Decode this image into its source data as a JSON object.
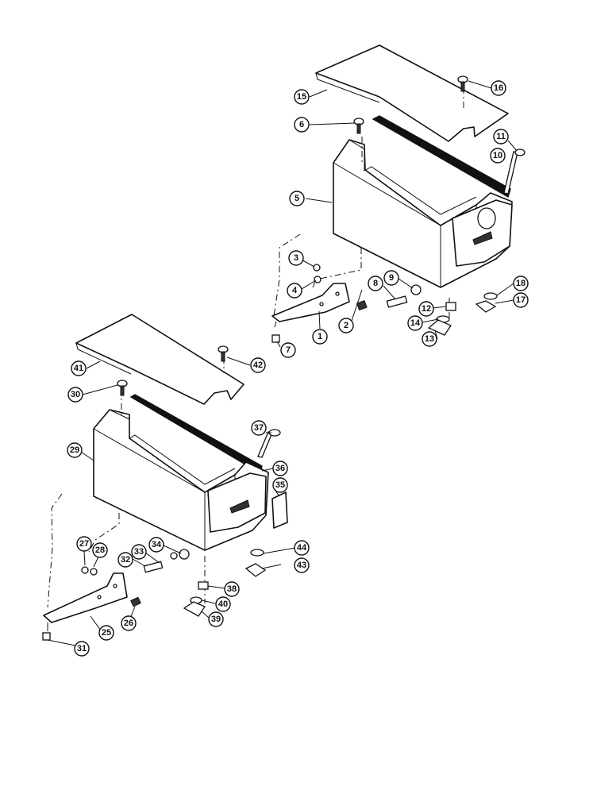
{
  "callouts": {
    "c1": "1",
    "c2": "2",
    "c3": "3",
    "c4": "4",
    "c5": "5",
    "c6": "6",
    "c7": "7",
    "c8": "8",
    "c9": "9",
    "c10": "10",
    "c11": "11",
    "c12": "12",
    "c13": "13",
    "c14": "14",
    "c15": "15",
    "c16": "16",
    "c17": "17",
    "c18": "18",
    "c25": "25",
    "c26": "26",
    "c27": "27",
    "c28": "28",
    "c29": "29",
    "c30": "30",
    "c31": "31",
    "c32": "32",
    "c33": "33",
    "c34": "34",
    "c35": "35",
    "c36": "36",
    "c37": "37",
    "c38": "38",
    "c39": "39",
    "c40": "40",
    "c41": "41",
    "c42": "42",
    "c43": "43",
    "c44": "44"
  }
}
